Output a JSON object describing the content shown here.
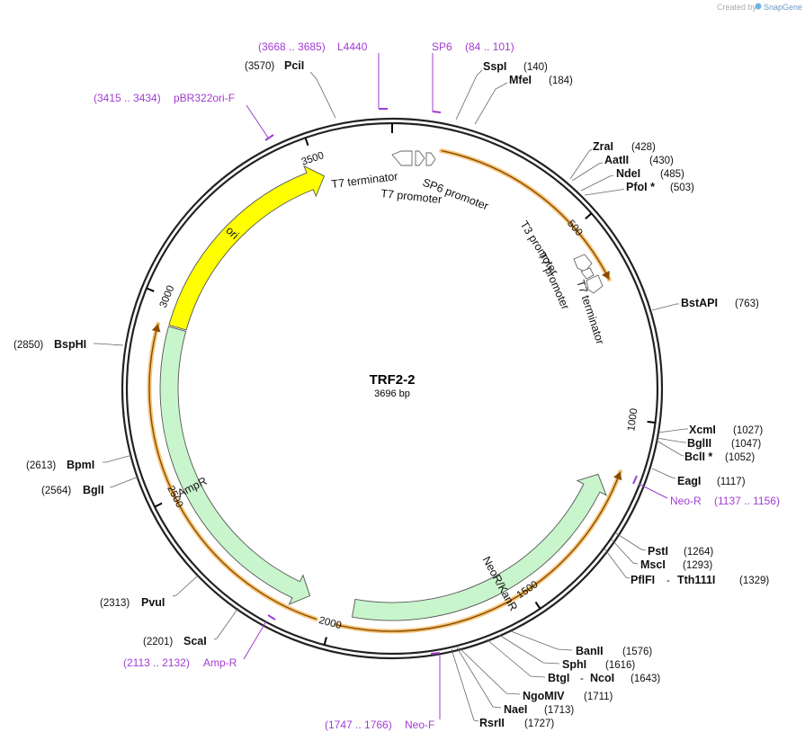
{
  "brand": {
    "prefix": "Created by",
    "name": "SnapGene"
  },
  "plasmid": {
    "name": "TRF2-2",
    "size_label": "3696 bp",
    "length": 3696
  },
  "ticks": [
    {
      "pos": 500,
      "label": "500"
    },
    {
      "pos": 1000,
      "label": "1000"
    },
    {
      "pos": 1500,
      "label": "1500"
    },
    {
      "pos": 2000,
      "label": "2000"
    },
    {
      "pos": 2500,
      "label": "2500"
    },
    {
      "pos": 3000,
      "label": "3000"
    },
    {
      "pos": 3500,
      "label": "3500"
    }
  ],
  "features": [
    {
      "name": "ori",
      "start": 2935,
      "end": 3514,
      "strand": 1,
      "color": "#ffff00",
      "stroke": "#555555"
    },
    {
      "name": "NeoR/KanR",
      "start": 1156,
      "end": 1950,
      "strand": -1,
      "color": "#c8f5cc",
      "stroke": "#555555"
    },
    {
      "name": "AmpR",
      "start": 2070,
      "end": 2931,
      "strand": -1,
      "color": "#c8f5cc",
      "stroke": "#555555"
    }
  ],
  "orange_arcs": [
    {
      "start": 120,
      "end": 650,
      "strand": 1
    },
    {
      "start": 1130,
      "end": 1985,
      "strand": -1
    },
    {
      "start": 2035,
      "end": 2930,
      "strand": 1
    }
  ],
  "small_features": {
    "top_labels": [
      "T7 terminator",
      "SP6 promoter",
      "T7 promoter"
    ],
    "right_labels": [
      "T3 promoter",
      "T7 promoter",
      "T7 terminator"
    ]
  },
  "sites": [
    {
      "name": "PciI",
      "pos": "(3570)"
    },
    {
      "name": "SspI",
      "pos": "(140)"
    },
    {
      "name": "MfeI",
      "pos": "(184)"
    },
    {
      "name": "ZraI",
      "pos": "(428)"
    },
    {
      "name": "AatII",
      "pos": "(430)"
    },
    {
      "name": "NdeI",
      "pos": "(485)"
    },
    {
      "name": "PfoI *",
      "pos": "(503)"
    },
    {
      "name": "BstAPI",
      "pos": "(763)"
    },
    {
      "name": "XcmI",
      "pos": "(1027)"
    },
    {
      "name": "BglII",
      "pos": "(1047)"
    },
    {
      "name": "BclI *",
      "pos": "(1052)"
    },
    {
      "name": "EagI",
      "pos": "(1117)"
    },
    {
      "name": "PstI",
      "pos": "(1264)"
    },
    {
      "name": "MscI",
      "pos": "(1293)"
    },
    {
      "name": "PflFI - Tth111I",
      "name_a": "PflFI",
      "name_b": "Tth111I",
      "pos": "(1329)"
    },
    {
      "name": "BanII",
      "pos": "(1576)"
    },
    {
      "name": "SphI",
      "pos": "(1616)"
    },
    {
      "name": "BtgI - NcoI",
      "name_a": "BtgI",
      "name_b": "NcoI",
      "pos": "(1643)"
    },
    {
      "name": "NgoMIV",
      "pos": "(1711)"
    },
    {
      "name": "NaeI",
      "pos": "(1713)"
    },
    {
      "name": "RsrII",
      "pos": "(1727)"
    },
    {
      "name": "ScaI",
      "pos": "(2201)"
    },
    {
      "name": "PvuI",
      "pos": "(2313)"
    },
    {
      "name": "BglI",
      "pos": "(2564)"
    },
    {
      "name": "BpmI",
      "pos": "(2613)"
    },
    {
      "name": "BspHI",
      "pos": "(2850)"
    }
  ],
  "primers": [
    {
      "name": "L4440",
      "range": "(3668 .. 3685)"
    },
    {
      "name": "SP6",
      "range": "(84 .. 101)"
    },
    {
      "name": "pBR322ori-F",
      "range": "(3415 .. 3434)"
    },
    {
      "name": "Neo-R",
      "range": "(1137 .. 1156)"
    },
    {
      "name": "Amp-R",
      "range": "(2113 .. 2132)"
    },
    {
      "name": "Neo-F",
      "range": "(1747 .. 1766)"
    }
  ]
}
